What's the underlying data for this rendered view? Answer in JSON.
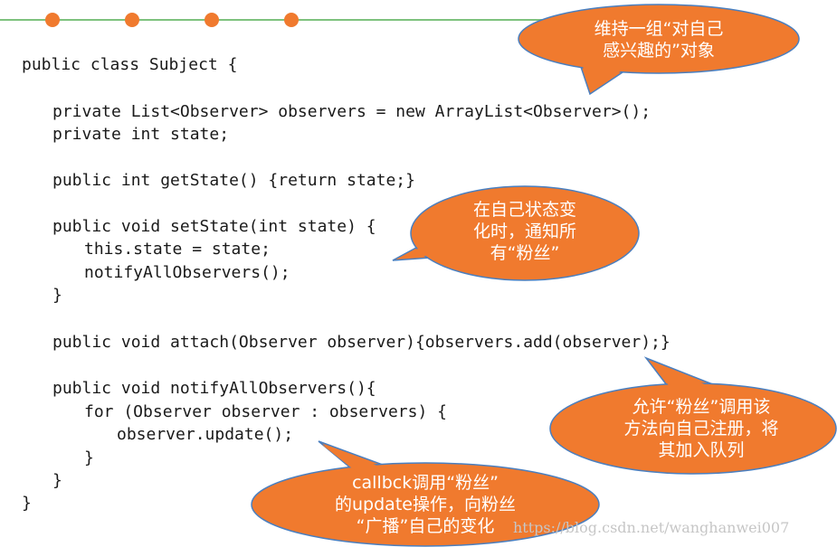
{
  "colors": {
    "callout_fill": "#f07a2e",
    "callout_stroke": "#4a7fbf",
    "divider_line": "#7ec27e",
    "bullet_dot": "#f07a2e",
    "code_text": "#1a1a1a"
  },
  "code": {
    "lines": [
      "public class Subject {",
      "private List<Observer> observers = new ArrayList<Observer>();",
      "private int state;",
      "public int getState() {return state;}",
      "public void setState(int state) {",
      "this.state = state;",
      "notifyAllObservers();",
      "}",
      "public void attach(Observer observer){observers.add(observer);}",
      "public void notifyAllObservers(){",
      "for (Observer observer : observers) {",
      "observer.update();",
      "}",
      "}",
      "}"
    ]
  },
  "callouts": [
    {
      "lines": [
        "维持一组“对自己",
        "感兴趣的”对象"
      ]
    },
    {
      "lines": [
        "在自己状态变",
        "化时，通知所",
        "有“粉丝”"
      ]
    },
    {
      "lines": [
        "允许“粉丝”调用该",
        "方法向自己注册，将",
        "其加入队列"
      ]
    },
    {
      "lines": [
        "callbck调用“粉丝”",
        "的update操作，向粉丝",
        "“广播”自己的变化"
      ]
    }
  ],
  "watermark": "https://blog.csdn.net/wanghanwei007"
}
